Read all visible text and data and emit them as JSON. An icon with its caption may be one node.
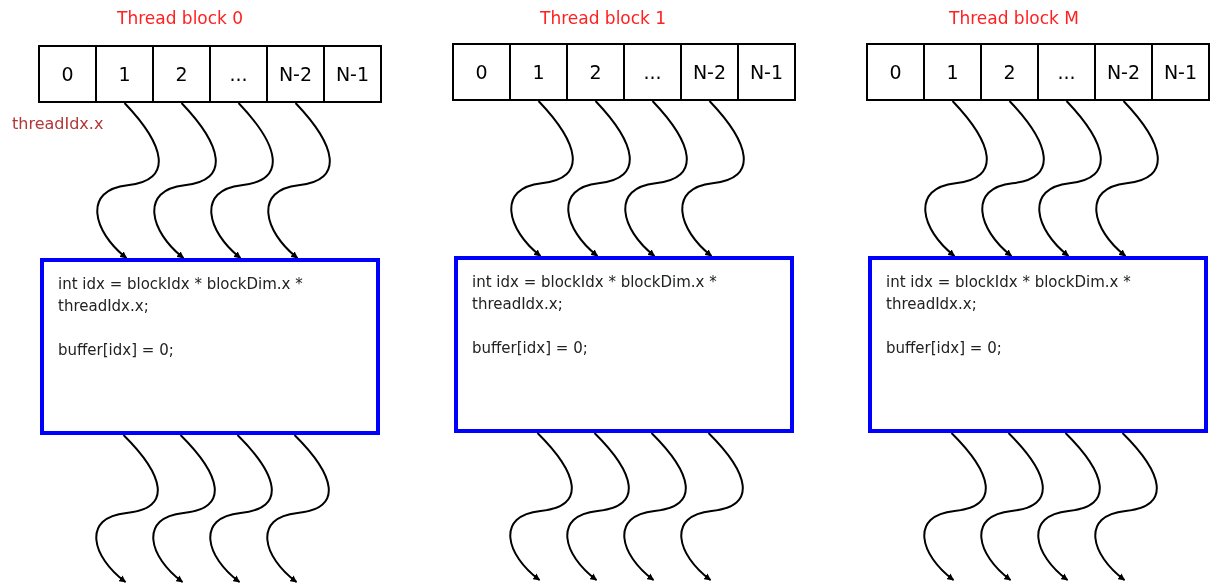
{
  "diagram": {
    "nodes": [
      {
        "text": [
          "0"
        ]
      },
      {
        "text": [
          "1"
        ]
      },
      {
        "text": [
          "2"
        ]
      },
      {
        "text": [
          "..."
        ]
      },
      {
        "text": [
          "N-2"
        ]
      },
      {
        "text": [
          "N-1"
        ]
      },
      {
        "text": [
          "int idx = blockIdx * blockDim.x * threadIdx.x;",
          "buffer[idx] = 0;"
        ]
      },
      {
        "text": [
          "0"
        ]
      },
      {
        "text": [
          "1"
        ]
      },
      {
        "text": [
          "2"
        ]
      },
      {
        "text": [
          "..."
        ]
      },
      {
        "text": [
          "N-2"
        ]
      },
      {
        "text": [
          "N-1"
        ]
      },
      {
        "text": [
          "int idx = blockIdx * blockDim.x * threadIdx.x;",
          "buffer[idx] = 0;"
        ]
      },
      {
        "text": [
          "0"
        ]
      },
      {
        "text": [
          "1"
        ]
      },
      {
        "text": [
          "2"
        ]
      },
      {
        "text": [
          "..."
        ]
      },
      {
        "text": [
          "N-2"
        ]
      },
      {
        "text": [
          "N-1"
        ]
      },
      {
        "text": [
          "int idx = blockIdx * blockDim.x * threadIdx.x;",
          "buffer[idx] = 0;"
        ]
      }
    ],
    "edges": [
      {
        "from": 1,
        "to": 6,
        "arrow": "to"
      },
      {
        "from": 2,
        "to": 6,
        "arrow": "to"
      },
      {
        "from": 3,
        "to": 6,
        "arrow": "to"
      },
      {
        "from": 4,
        "to": 6,
        "arrow": "to"
      },
      {
        "from": 6,
        "to": null,
        "arrow": "to"
      },
      {
        "from": 6,
        "to": null,
        "arrow": "to"
      },
      {
        "from": 6,
        "to": null,
        "arrow": "to"
      },
      {
        "from": 6,
        "to": null,
        "arrow": "to"
      },
      {
        "from": 8,
        "to": 13,
        "arrow": "to"
      },
      {
        "from": 9,
        "to": 13,
        "arrow": "to"
      },
      {
        "from": 10,
        "to": 13,
        "arrow": "to"
      },
      {
        "from": 11,
        "to": 13,
        "arrow": "to"
      },
      {
        "from": 13,
        "to": null,
        "arrow": "to"
      },
      {
        "from": 13,
        "to": null,
        "arrow": "to"
      },
      {
        "from": 13,
        "to": null,
        "arrow": "to"
      },
      {
        "from": 13,
        "to": null,
        "arrow": "to"
      },
      {
        "from": 15,
        "to": 20,
        "arrow": "to"
      },
      {
        "from": 16,
        "to": 20,
        "arrow": "to"
      },
      {
        "from": 17,
        "to": 20,
        "arrow": "to"
      },
      {
        "from": 18,
        "to": 20,
        "arrow": "to"
      },
      {
        "from": 20,
        "to": null,
        "arrow": "to"
      },
      {
        "from": 20,
        "to": null,
        "arrow": "to"
      },
      {
        "from": 20,
        "to": null,
        "arrow": "to"
      },
      {
        "from": 20,
        "to": null,
        "arrow": "to"
      }
    ],
    "labels": [
      "Thread block 0",
      "Thread block 1",
      "Thread block M",
      "threadIdx.x"
    ]
  }
}
